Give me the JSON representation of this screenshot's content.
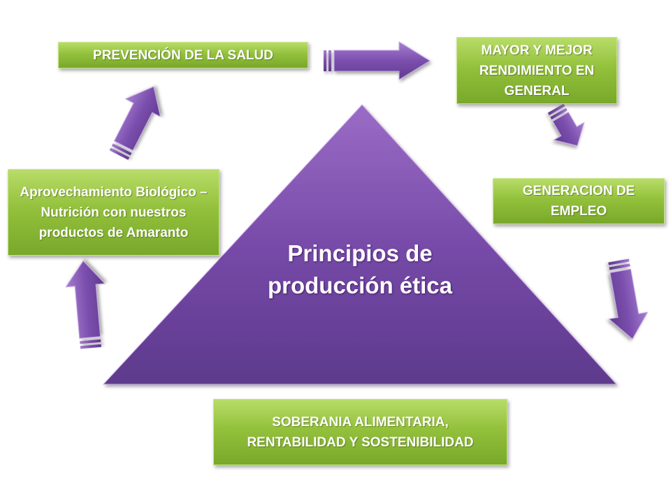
{
  "center": {
    "title": "Principios de producción ética"
  },
  "boxes": {
    "prevencion": "PREVENCIÓN DE LA SALUD",
    "mayor": "MAYOR Y MEJOR RENDIMIENTO EN GENERAL",
    "empleo": "GENERACION DE EMPLEO",
    "soberania": "SOBERANIA ALIMENTARIA, RENTABILIDAD Y SOSTENIBILIDAD",
    "aprovechamiento": "Aprovechamiento Biológico – Nutrición con nuestros productos de Amaranto"
  },
  "colors": {
    "box_green": "#93c13c",
    "arrow_purple": "#7a4ea8",
    "triangle_purple": "#6e48a0"
  }
}
